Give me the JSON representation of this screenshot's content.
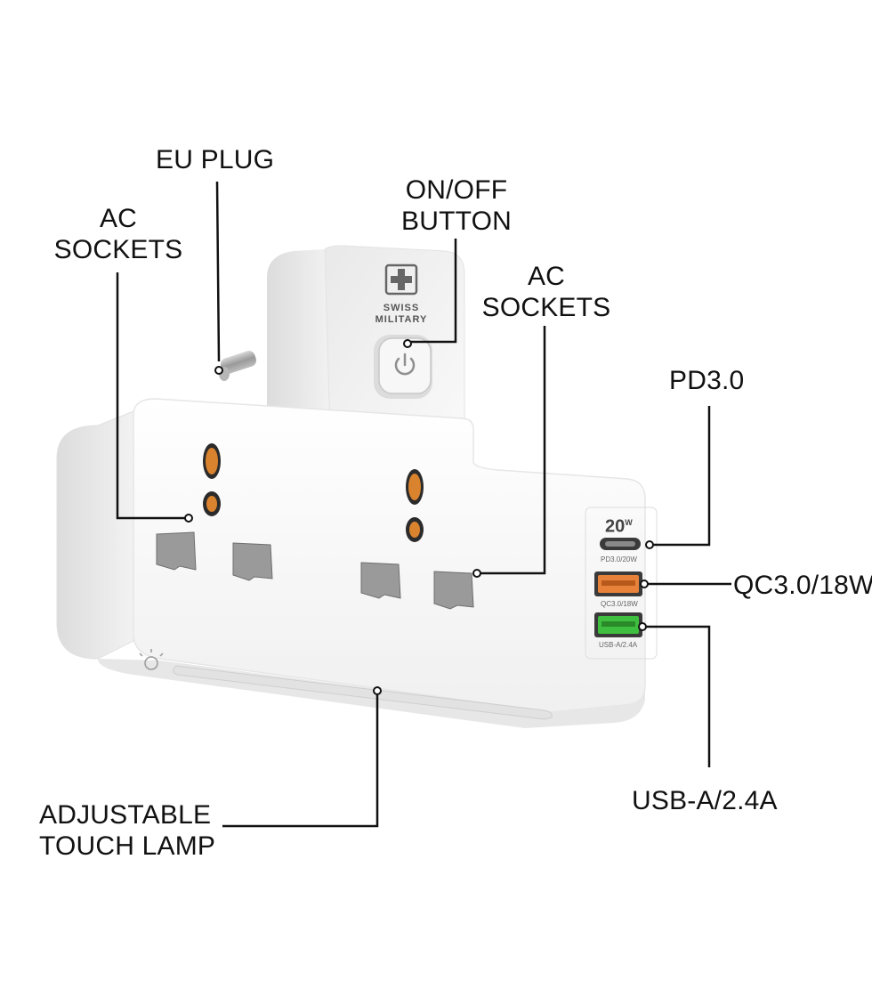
{
  "labels": {
    "eu_plug": "EU PLUG",
    "ac_sockets_left": [
      "AC",
      "SOCKETS"
    ],
    "on_off_button": [
      "ON/OFF",
      "BUTTON"
    ],
    "ac_sockets_right": [
      "AC",
      "SOCKETS"
    ],
    "pd": "PD3.0",
    "qc": "QC3.0/18W",
    "usb_a": "USB-A/2.4A",
    "touch_lamp": [
      "ADJUSTABLE",
      "TOUCH LAMP"
    ]
  },
  "device": {
    "brand": [
      "SWISS",
      "MILITARY"
    ],
    "watt_badge": "20",
    "watt_unit": "W",
    "ports": {
      "pd": "PD3.0/20W",
      "qc": "QC3.0/18W",
      "usb": "USB-A/2.4A"
    }
  },
  "colors": {
    "body": "#f6f6f6",
    "socket_hole": "#9a9a9a",
    "shutter_orange": "#d9832f",
    "qc_port": "#e8823a",
    "usb_port": "#3fbf3f",
    "leader_line": "#111111"
  },
  "icons": {
    "power": "power-icon",
    "cross": "swiss-cross-icon",
    "lamp": "lamp-touch-icon"
  }
}
